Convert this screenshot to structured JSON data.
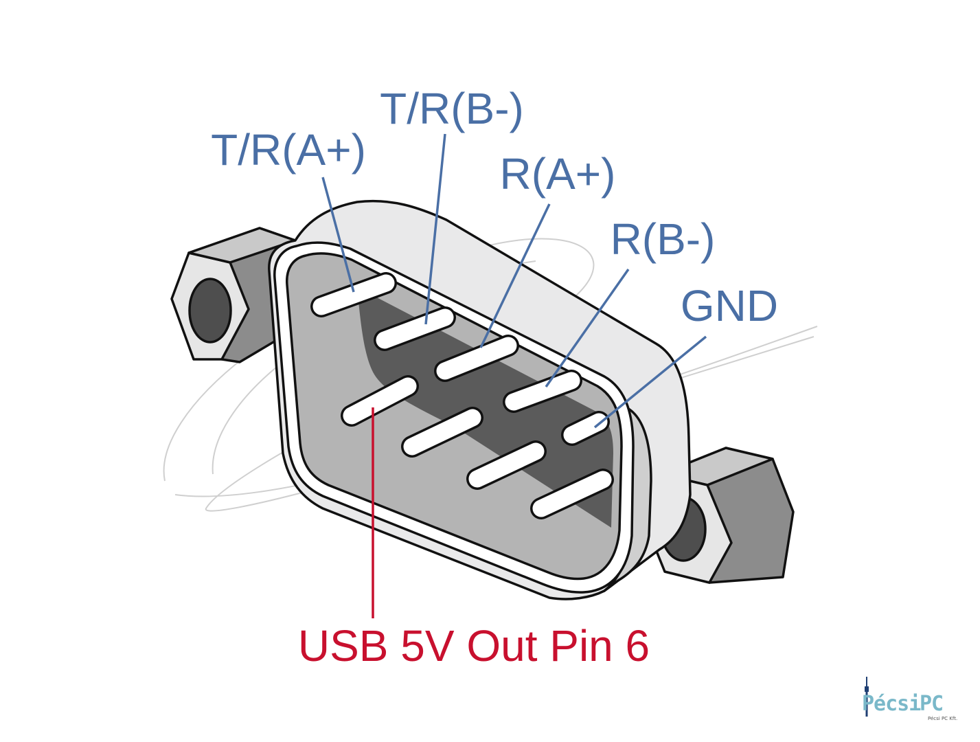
{
  "colors": {
    "label_blue": "#4a6fa5",
    "label_red": "#c8102e",
    "outline": "#111111",
    "shell_light": "#e9e9ea",
    "cavity_mid": "#b4b4b4",
    "cavity_dark": "#5b5b5b",
    "logo_teal": "#7ab8c9",
    "logo_navy": "#1f3f73"
  },
  "pin_labels": [
    {
      "text": "T/R(A+)",
      "pin": 1
    },
    {
      "text": "T/R(B-)",
      "pin": 2
    },
    {
      "text": "R(A+)",
      "pin": 3
    },
    {
      "text": "R(B-)",
      "pin": 4
    },
    {
      "text": "GND",
      "pin": 5
    }
  ],
  "callout": {
    "text": "USB 5V Out Pin 6",
    "pin": 6
  },
  "logo": {
    "word_left": "Pécsi",
    "word_right": "PC",
    "subtitle": "Pécsi PC Kft."
  }
}
